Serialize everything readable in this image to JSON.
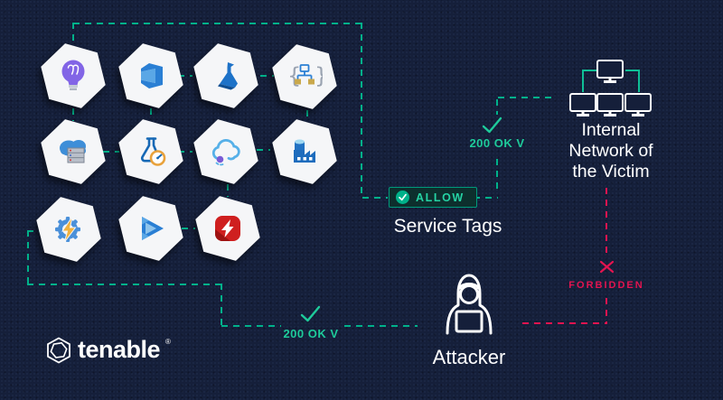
{
  "colors": {
    "background": "#151f3a",
    "teal": "#00b18a",
    "red": "#e31450",
    "white": "#ffffff",
    "hex_tile": "#f5f6f8"
  },
  "badge": {
    "label": "ALLOW",
    "icon": "check-circle-icon"
  },
  "labels": {
    "service_tags": "Service Tags",
    "attacker": "Attacker",
    "forbidden": "FORBIDDEN",
    "internal_network_line1": "Internal",
    "internal_network_line2": "Network of",
    "internal_network_line3": "the Victim",
    "status_ok_right": "200 OK V",
    "status_ok_bottom": "200 OK V"
  },
  "brand": {
    "name": "tenable",
    "trademark": "®",
    "logo": "tenable-hexagon-logo"
  },
  "hex_grid": {
    "rows": [
      {
        "icons": [
          "lightbulb-icon",
          "azure-devops-icon",
          "ml-flask-icon",
          "api-braces-icon"
        ]
      },
      {
        "icons": [
          "cloud-server-icon",
          "devtest-flask-icon",
          "bot-cloud-icon",
          "iot-factory-icon"
        ]
      },
      {
        "icons": [
          "gear-lightning-icon",
          "media-play-icon",
          "red-lightning-icon"
        ]
      }
    ]
  },
  "icon_nodes": {
    "internal_network": "network-monitors-icon",
    "attacker": "hooded-attacker-icon",
    "allowed_checks": "teal-checkmark-icon",
    "blocked": "red-x-icon"
  }
}
